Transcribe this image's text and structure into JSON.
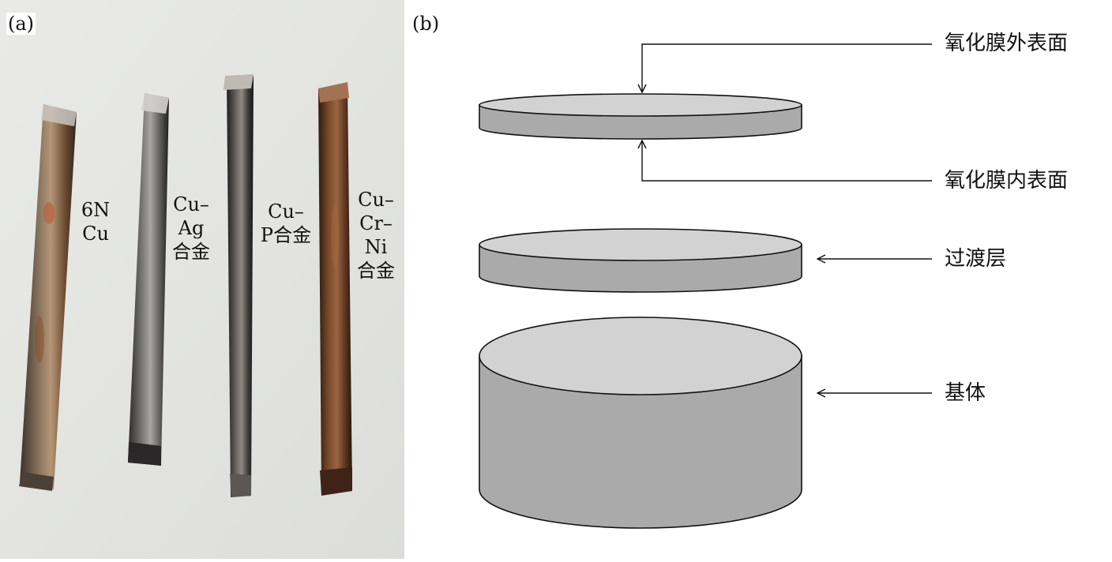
{
  "panel_a": {
    "tag": "(a)",
    "rods": [
      {
        "label": "6N\nCu"
      },
      {
        "label": "Cu–\nAg\n合金"
      },
      {
        "label": "Cu–\nP合金"
      },
      {
        "label": "Cu–\nCr–\nNi\n合金"
      }
    ]
  },
  "panel_b": {
    "tag": "(b)",
    "labels": {
      "outer_surface": "氧化膜外表面",
      "inner_surface": "氧化膜内表面",
      "transition_layer": "过渡层",
      "substrate": "基体"
    }
  },
  "colors": {
    "disk_top": "#d2d2d2",
    "disk_side": "#aaaaaa",
    "outline": "#111111",
    "photo_background": "#e6e7e4"
  }
}
